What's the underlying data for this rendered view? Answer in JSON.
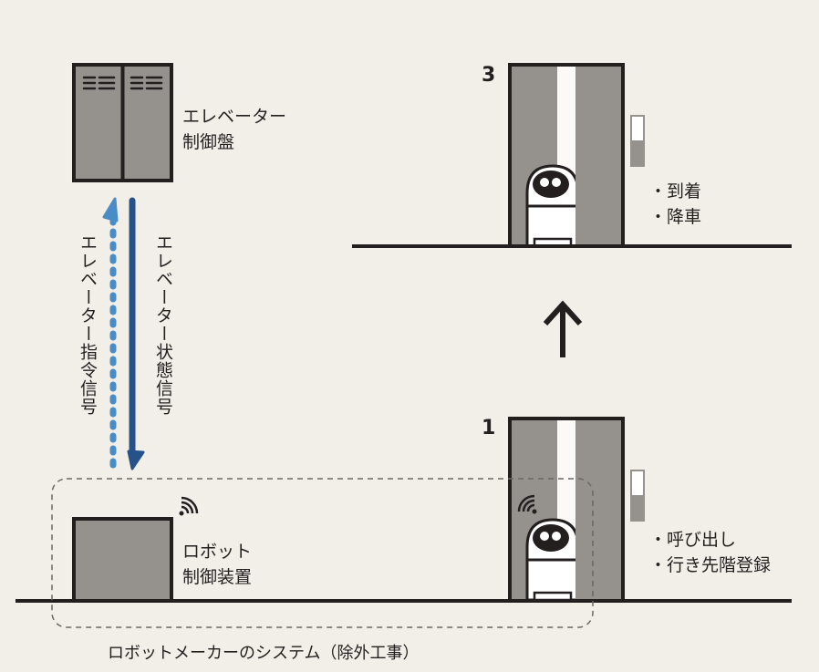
{
  "elevator_panel": {
    "line1": "エレベーター",
    "line2": "制御盤"
  },
  "signals": {
    "command": "エレベーター指令信号",
    "status": "エレベーター状態信号"
  },
  "robot_controller": {
    "line1": "ロボット",
    "line2": "制御装置"
  },
  "floor_top": {
    "number": "3",
    "actions": [
      "・到着",
      "・降車"
    ]
  },
  "floor_bottom": {
    "number": "1",
    "actions": [
      "・呼び出し",
      "・行き先階登録"
    ]
  },
  "caption": "ロボットメーカーのシステム（除外工事）",
  "colors": {
    "command_signal": "#4a8cc6",
    "status_signal": "#26528a",
    "panel_fill": "#95928d",
    "background": "#f2efe8"
  }
}
